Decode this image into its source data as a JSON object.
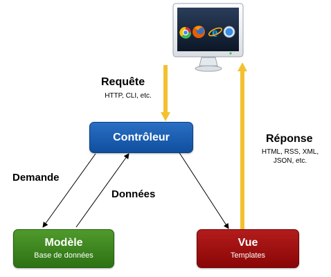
{
  "request": {
    "label": "Requête",
    "sub": "HTTP, CLI, etc."
  },
  "response": {
    "label": "Réponse",
    "sub_line1": "HTML, RSS, XML,",
    "sub_line2": "JSON, etc."
  },
  "controller": {
    "label": "Contrôleur"
  },
  "model": {
    "label": "Modèle",
    "sub": "Base de données"
  },
  "view": {
    "label": "Vue",
    "sub": "Templates"
  },
  "edge_labels": {
    "ask": "Demande",
    "data": "Données"
  },
  "colors": {
    "controller": "#1a5fb4",
    "model": "#3a8520",
    "view": "#a00d0d",
    "arrow_yellow": "#f3c130"
  },
  "icons": [
    "computer-monitor-icon",
    "chrome-icon",
    "firefox-icon",
    "internet-explorer-icon",
    "safari-icon"
  ]
}
